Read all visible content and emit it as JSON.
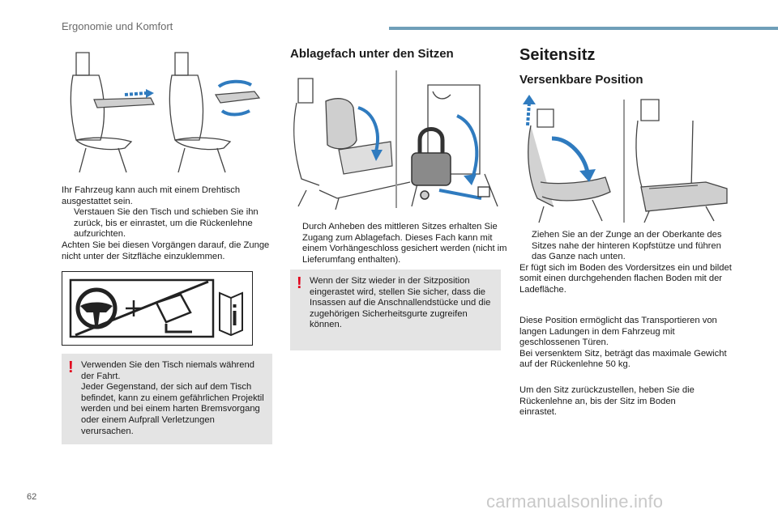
{
  "header": {
    "title": "Ergonomie und Komfort",
    "accent_color": "#6f9fb9"
  },
  "page_number": "62",
  "watermark": "carmanualsonline.info",
  "col1": {
    "intro": "Ihr Fahrzeug kann auch mit einem Drehtisch ausgestattet sein.",
    "bullet": "Verstauen Sie den Tisch und schieben Sie ihn zurück, bis er einrastet, um die Rückenlehne aufzurichten.",
    "note": "Achten Sie bei diesen Vorgängen darauf, die Zunge nicht unter der Sitzfläche einzuklemmen.",
    "warning": "Verwenden Sie den Tisch niemals während der Fahrt.\nJeder Gegenstand, der sich auf dem Tisch befindet, kann zu einem gefährlichen Projektil werden und bei einem harten Bremsvorgang oder einem Aufprall Verletzungen verursachen.",
    "sign_icons": [
      "steering-wheel-icon",
      "plus-icon",
      "table-icon",
      "info-book-icon"
    ]
  },
  "col2": {
    "heading": "Ablagefach unter den Sitzen",
    "bullet": "Durch Anheben des mittleren Sitzes erhalten Sie Zugang zum Ablagefach. Dieses Fach kann mit einem Vorhängeschloss gesichert werden (nicht im Lieferumfang enthalten).",
    "warning": "Wenn der Sitz wieder in der Sitzposition eingerastet wird, stellen Sie sicher, dass die Insassen auf die Anschnallendstücke und die zugehörigen Sicherheitsgurte zugreifen können."
  },
  "col3": {
    "heading": "Seitensitz",
    "subheading": "Versenkbare Position",
    "bullet": "Ziehen Sie an der Zunge an der Oberkante des Sitzes nahe der hinteren Kopfstütze und führen das Ganze nach unten.",
    "after_bullet": "Er fügt sich im Boden des Vordersitzes ein und bildet somit einen durchgehenden flachen Boden mit der Ladefläche.",
    "para2": "Diese Position ermöglicht das Transportieren von langen Ladungen in dem Fahrzeug mit geschlossenen Türen.\nBei versenktem Sitz, beträgt das maximale Gewicht auf der Rückenlehne 50 kg.",
    "para3": "Um den Sitz zurückzustellen, heben Sie die Rückenlehne an, bis der Sitz im Boden einrastet."
  },
  "symbols": {
    "bullet": "",
    "warning": "!"
  },
  "colors": {
    "warning_mark": "#e2001a",
    "arrow": "#2f7bbf",
    "warning_bg": "#e4e4e4"
  }
}
